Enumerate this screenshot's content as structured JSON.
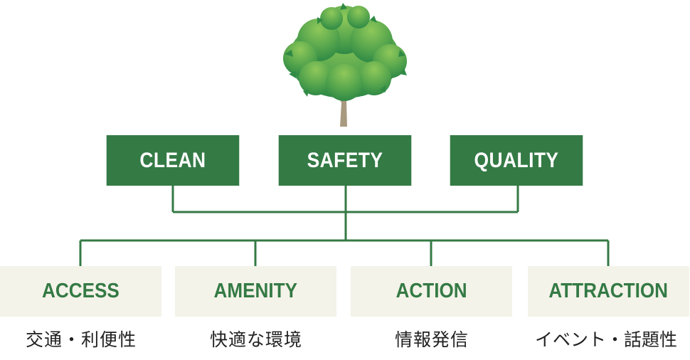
{
  "colors": {
    "primary": "#347a45",
    "cream": "#f4f3e9",
    "leaf_light": "#8fc85a",
    "leaf_mid": "#5aa84e",
    "leaf_dark": "#2f8a45",
    "trunk": "#a89a80"
  },
  "icons": {
    "tree": "tree-icon"
  },
  "top_nodes": [
    {
      "label": "CLEAN"
    },
    {
      "label": "SAFETY"
    },
    {
      "label": "QUALITY"
    }
  ],
  "bottom_nodes": [
    {
      "label": "ACCESS",
      "description": "交通・利便性"
    },
    {
      "label": "AMENITY",
      "description": "快適な環境"
    },
    {
      "label": "ACTION",
      "description": "情報発信"
    },
    {
      "label": "ATTRACTION",
      "description": "イベント・話題性"
    }
  ]
}
